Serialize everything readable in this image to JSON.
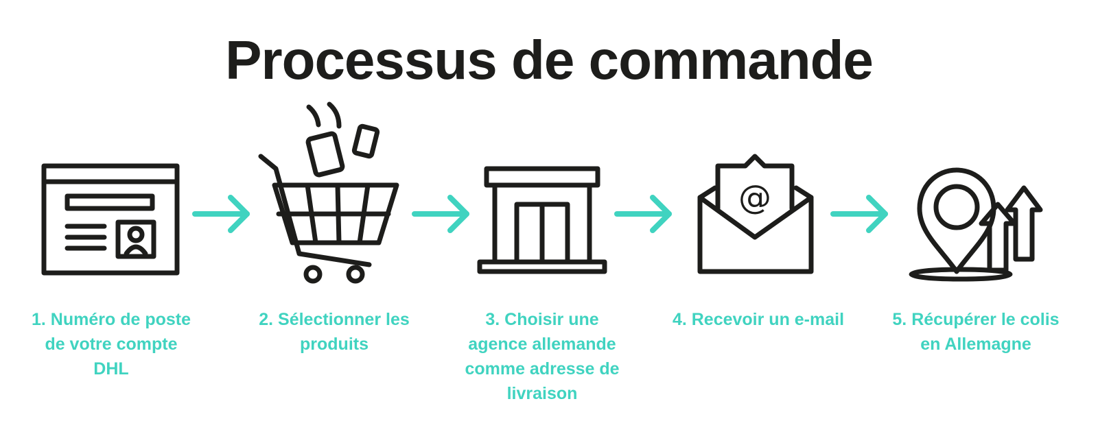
{
  "title": "Processus de commande",
  "accent_color": "#40d3c0",
  "icon_color": "#1d1d1b",
  "steps": [
    {
      "label": "1. Numéro de poste de votre compte DHL",
      "icon": "account-form-icon"
    },
    {
      "label": "2. Sélectionner les produits",
      "icon": "shopping-cart-icon"
    },
    {
      "label": "3. Choisir une agence allemande comme adresse de livraison",
      "icon": "building-icon"
    },
    {
      "label": "4. Recevoir un e-mail",
      "icon": "email-envelope-icon"
    },
    {
      "label": "5. Récupérer le colis en Allemagne",
      "icon": "location-pin-icon"
    }
  ],
  "email_symbol": "@"
}
